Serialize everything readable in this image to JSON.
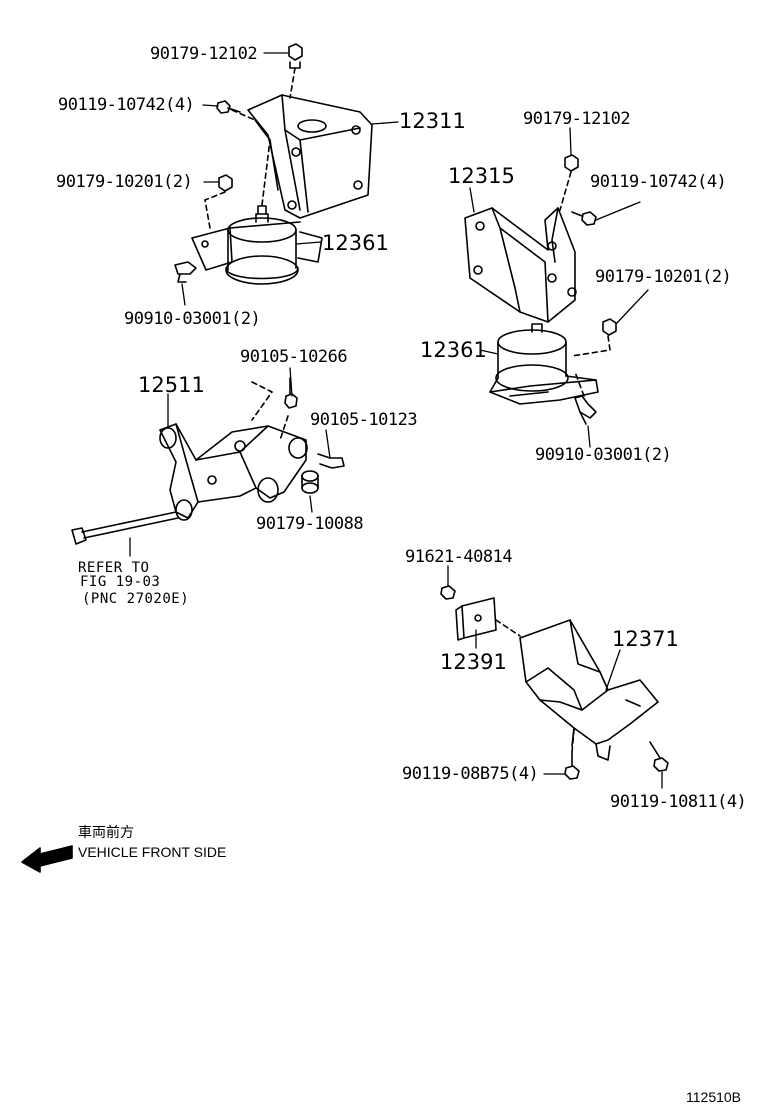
{
  "labels": {
    "p90179_12102_a": "90179-12102",
    "p90119_10742_a": "90119-10742(4)",
    "p12311": "12311",
    "p90179_10201_a": "90179-10201(2)",
    "p12361_a": "12361",
    "p90910_03001_a": "90910-03001(2)",
    "p90179_12102_b": "90179-12102",
    "p12315": "12315",
    "p90119_10742_b": "90119-10742(4)",
    "p90179_10201_b": "90179-10201(2)",
    "p12361_b": "12361",
    "p90910_03001_b": "90910-03001(2)",
    "p90105_10266": "90105-10266",
    "p12511": "12511",
    "p90105_10123": "90105-10123",
    "p90179_10088": "90179-10088",
    "refer_line1": "REFER TO",
    "refer_line2": "FIG 19-03",
    "refer_line3": "(PNC 27020E)",
    "p91621_40814": "91621-40814",
    "p12371": "12371",
    "p12391": "12391",
    "p90119_08B75": "90119-08B75(4)",
    "p90119_10811": "90119-10811(4)",
    "front_jp": "車両前方",
    "front_en": "VEHICLE FRONT SIDE",
    "figure_id": "112510B"
  },
  "icons": {
    "front_arrow": "arrow-left-down-icon"
  }
}
